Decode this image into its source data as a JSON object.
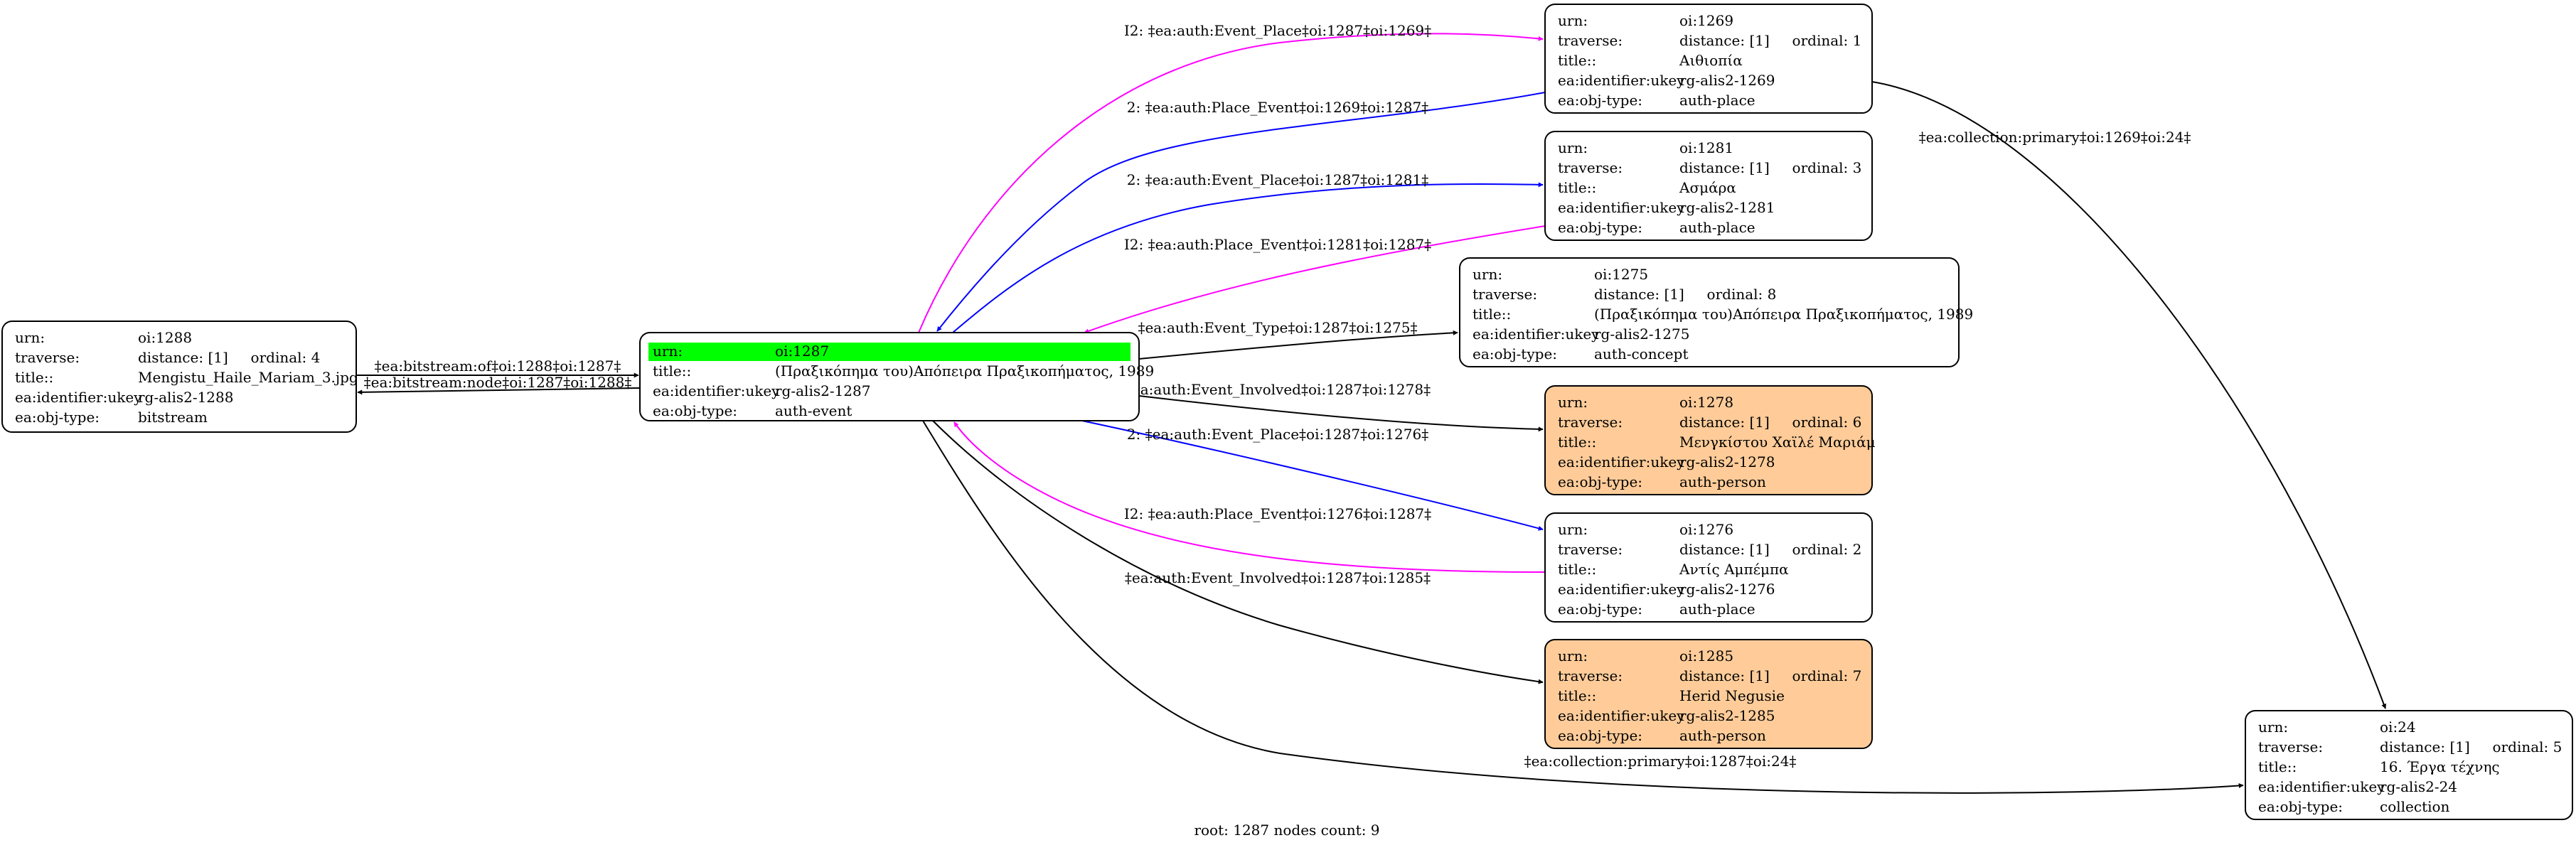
{
  "footer": "root: 1287 nodes count: 9",
  "colors": {
    "black": "#000000",
    "blue": "#0000ff",
    "magenta": "#ff00ff",
    "root_highlight": "#00ff00",
    "person_fill": "#ffcc99"
  },
  "nodes": [
    {
      "id": "n1288",
      "rows": [
        [
          "urn:",
          "oi:1288"
        ],
        [
          "traverse:",
          "distance: [1]     ordinal: 4"
        ],
        [
          "title::",
          "Mengistu_Haile_Mariam_3.jpg"
        ],
        [
          "ea:identifier:ukey",
          "rg-alis2-1288"
        ],
        [
          "ea:obj-type:",
          "bitstream"
        ]
      ]
    },
    {
      "id": "n1287",
      "root": true,
      "rows": [
        [
          "urn:",
          "oi:1287"
        ],
        [
          "title::",
          "(Πραξικόπημα του)Απόπειρα Πραξικοπήματος, 1989"
        ],
        [
          "ea:identifier:ukey",
          "rg-alis2-1287"
        ],
        [
          "ea:obj-type:",
          "auth-event"
        ]
      ]
    },
    {
      "id": "n1269",
      "rows": [
        [
          "urn:",
          "oi:1269"
        ],
        [
          "traverse:",
          "distance: [1]     ordinal: 1"
        ],
        [
          "title::",
          "Αιθιοπία"
        ],
        [
          "ea:identifier:ukey",
          "rg-alis2-1269"
        ],
        [
          "ea:obj-type:",
          "auth-place"
        ]
      ]
    },
    {
      "id": "n1281",
      "rows": [
        [
          "urn:",
          "oi:1281"
        ],
        [
          "traverse:",
          "distance: [1]     ordinal: 3"
        ],
        [
          "title::",
          "Ασμάρα"
        ],
        [
          "ea:identifier:ukey",
          "rg-alis2-1281"
        ],
        [
          "ea:obj-type:",
          "auth-place"
        ]
      ]
    },
    {
      "id": "n1275",
      "rows": [
        [
          "urn:",
          "oi:1275"
        ],
        [
          "traverse:",
          "distance: [1]     ordinal: 8"
        ],
        [
          "title::",
          "(Πραξικόπημα του)Απόπειρα Πραξικοπήματος, 1989"
        ],
        [
          "ea:identifier:ukey",
          "rg-alis2-1275"
        ],
        [
          "ea:obj-type:",
          "auth-concept"
        ]
      ]
    },
    {
      "id": "n1278",
      "highlight": true,
      "rows": [
        [
          "urn:",
          "oi:1278"
        ],
        [
          "traverse:",
          "distance: [1]     ordinal: 6"
        ],
        [
          "title::",
          "Μενγκίστου Χαϊλέ Μαριάμ"
        ],
        [
          "ea:identifier:ukey",
          "rg-alis2-1278"
        ],
        [
          "ea:obj-type:",
          "auth-person"
        ]
      ]
    },
    {
      "id": "n1276",
      "rows": [
        [
          "urn:",
          "oi:1276"
        ],
        [
          "traverse:",
          "distance: [1]     ordinal: 2"
        ],
        [
          "title::",
          "Αντίς Αμπέμπα"
        ],
        [
          "ea:identifier:ukey",
          "rg-alis2-1276"
        ],
        [
          "ea:obj-type:",
          "auth-place"
        ]
      ]
    },
    {
      "id": "n1285",
      "highlight": true,
      "rows": [
        [
          "urn:",
          "oi:1285"
        ],
        [
          "traverse:",
          "distance: [1]     ordinal: 7"
        ],
        [
          "title::",
          "Herid Negusie"
        ],
        [
          "ea:identifier:ukey",
          "rg-alis2-1285"
        ],
        [
          "ea:obj-type:",
          "auth-person"
        ]
      ]
    },
    {
      "id": "n24",
      "rows": [
        [
          "urn:",
          "oi:24"
        ],
        [
          "traverse:",
          "distance: [1]     ordinal: 5"
        ],
        [
          "title::",
          "16. Έργα τέχνης"
        ],
        [
          "ea:identifier:ukey",
          "rg-alis2-24"
        ],
        [
          "ea:obj-type:",
          "collection"
        ]
      ]
    }
  ],
  "edges": [
    {
      "id": "e1",
      "label": "I2: ‡ea:auth:Event_Place‡oi:1287‡oi:1269‡",
      "color": "magenta"
    },
    {
      "id": "e2",
      "label": "2: ‡ea:auth:Place_Event‡oi:1269‡oi:1287‡",
      "color": "blue"
    },
    {
      "id": "e3",
      "label": "2: ‡ea:auth:Event_Place‡oi:1287‡oi:1281‡",
      "color": "blue"
    },
    {
      "id": "e4",
      "label": "I2: ‡ea:auth:Place_Event‡oi:1281‡oi:1287‡",
      "color": "magenta"
    },
    {
      "id": "e5",
      "label": "‡ea:auth:Event_Type‡oi:1287‡oi:1275‡",
      "color": "black"
    },
    {
      "id": "e6",
      "label": "‡ea:auth:Event_Involved‡oi:1287‡oi:1278‡",
      "color": "black"
    },
    {
      "id": "e7",
      "label": "2: ‡ea:auth:Event_Place‡oi:1287‡oi:1276‡",
      "color": "blue"
    },
    {
      "id": "e8",
      "label": "I2: ‡ea:auth:Place_Event‡oi:1276‡oi:1287‡",
      "color": "magenta"
    },
    {
      "id": "e9",
      "label": "‡ea:auth:Event_Involved‡oi:1287‡oi:1285‡",
      "color": "black"
    },
    {
      "id": "e10",
      "label": "‡ea:collection:primary‡oi:1287‡oi:24‡",
      "color": "black"
    },
    {
      "id": "e11",
      "label": "‡ea:collection:primary‡oi:1269‡oi:24‡",
      "color": "black"
    },
    {
      "id": "e12",
      "label": "‡ea:bitstream:of‡oi:1288‡oi:1287‡",
      "color": "black"
    },
    {
      "id": "e13",
      "label": "‡ea:bitstream:node‡oi:1287‡oi:1288‡",
      "color": "black"
    }
  ]
}
